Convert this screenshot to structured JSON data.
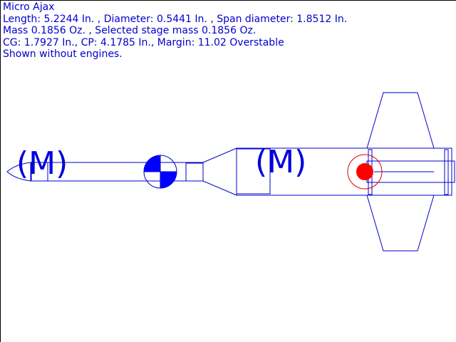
{
  "rocket_name": "Micro Ajax",
  "info_lines": [
    "Length: 5.2244 In. , Diameter: 0.5441 In. , Span diameter: 1.8512 In.",
    "Mass 0.1856 Oz. , Selected stage mass 0.1856 Oz.",
    "CG: 1.7927 In., CP: 4.1785 In., Margin: 11.02 Overstable",
    "Shown without engines."
  ],
  "mass_marker_label": "(M)",
  "colors": {
    "outline": "#0000cc",
    "cg": "#0000ff",
    "cp": "#ff0000"
  }
}
